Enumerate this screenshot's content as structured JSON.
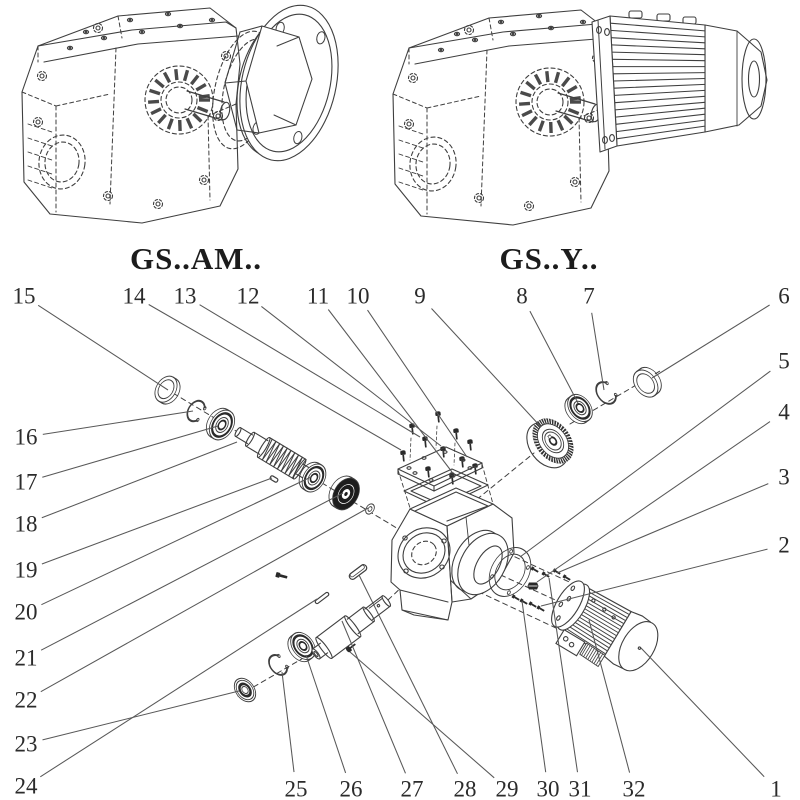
{
  "page": {
    "background": "#ffffff",
    "ink": "#3f3f3f"
  },
  "figures": {
    "left": {
      "caption": "GS..AM.."
    },
    "right": {
      "caption": "GS..Y.."
    }
  },
  "callouts": {
    "font_size": 23,
    "color": "#2b2b2b",
    "line_color": "#585858",
    "items": [
      {
        "n": "15",
        "label": [
          24,
          296
        ],
        "part": [
          168,
          390
        ]
      },
      {
        "n": "14",
        "label": [
          134,
          296
        ],
        "part": [
          401,
          450
        ]
      },
      {
        "n": "13",
        "label": [
          185,
          296
        ],
        "part": [
          420,
          437
        ]
      },
      {
        "n": "12",
        "label": [
          248,
          296
        ],
        "part": [
          441,
          446
        ]
      },
      {
        "n": "11",
        "label": [
          318,
          296
        ],
        "part": [
          452,
          472
        ]
      },
      {
        "n": "10",
        "label": [
          358,
          296
        ],
        "part": [
          467,
          457
        ]
      },
      {
        "n": "9",
        "label": [
          420,
          296
        ],
        "part": [
          541,
          427
        ]
      },
      {
        "n": "8",
        "label": [
          522,
          296
        ],
        "part": [
          578,
          403
        ]
      },
      {
        "n": "7",
        "label": [
          589,
          296
        ],
        "part": [
          604,
          390
        ]
      },
      {
        "n": "6",
        "label": [
          784,
          296
        ],
        "part": [
          652,
          378
        ]
      },
      {
        "n": "16",
        "label": [
          26,
          437
        ],
        "part": [
          193,
          411
        ]
      },
      {
        "n": "17",
        "label": [
          26,
          482
        ],
        "part": [
          218,
          426
        ]
      },
      {
        "n": "18",
        "label": [
          26,
          524
        ],
        "part": [
          237,
          442
        ]
      },
      {
        "n": "19",
        "label": [
          26,
          570
        ],
        "part": [
          272,
          478
        ]
      },
      {
        "n": "20",
        "label": [
          26,
          612
        ],
        "part": [
          311,
          477
        ]
      },
      {
        "n": "21",
        "label": [
          26,
          658
        ],
        "part": [
          343,
          493
        ]
      },
      {
        "n": "22",
        "label": [
          26,
          700
        ],
        "part": [
          368,
          508
        ]
      },
      {
        "n": "23",
        "label": [
          26,
          744
        ],
        "part": [
          239,
          691
        ]
      },
      {
        "n": "24",
        "label": [
          26,
          786
        ],
        "part": [
          317,
          599
        ]
      },
      {
        "n": "25",
        "label": [
          296,
          789
        ],
        "part": [
          282,
          672
        ]
      },
      {
        "n": "26",
        "label": [
          351,
          789
        ],
        "part": [
          306,
          655
        ]
      },
      {
        "n": "27",
        "label": [
          412,
          789
        ],
        "part": [
          342,
          621
        ]
      },
      {
        "n": "28",
        "label": [
          465,
          789
        ],
        "part": [
          359,
          575
        ]
      },
      {
        "n": "29",
        "label": [
          507,
          789
        ],
        "part": [
          350,
          652
        ]
      },
      {
        "n": "30",
        "label": [
          548,
          789
        ],
        "part": [
          522,
          601
        ]
      },
      {
        "n": "31",
        "label": [
          580,
          789
        ],
        "part": [
          549,
          578
        ]
      },
      {
        "n": "32",
        "label": [
          634,
          789
        ],
        "part": [
          589,
          620
        ]
      },
      {
        "n": "1",
        "label": [
          776,
          789
        ],
        "part": [
          641,
          648
        ]
      },
      {
        "n": "5",
        "label": [
          784,
          361
        ],
        "part": [
          520,
          557
        ]
      },
      {
        "n": "4",
        "label": [
          784,
          412
        ],
        "part": [
          537,
          582
        ]
      },
      {
        "n": "3",
        "label": [
          784,
          477
        ],
        "part": [
          557,
          573
        ]
      },
      {
        "n": "2",
        "label": [
          784,
          545
        ],
        "part": [
          541,
          606
        ]
      }
    ]
  }
}
